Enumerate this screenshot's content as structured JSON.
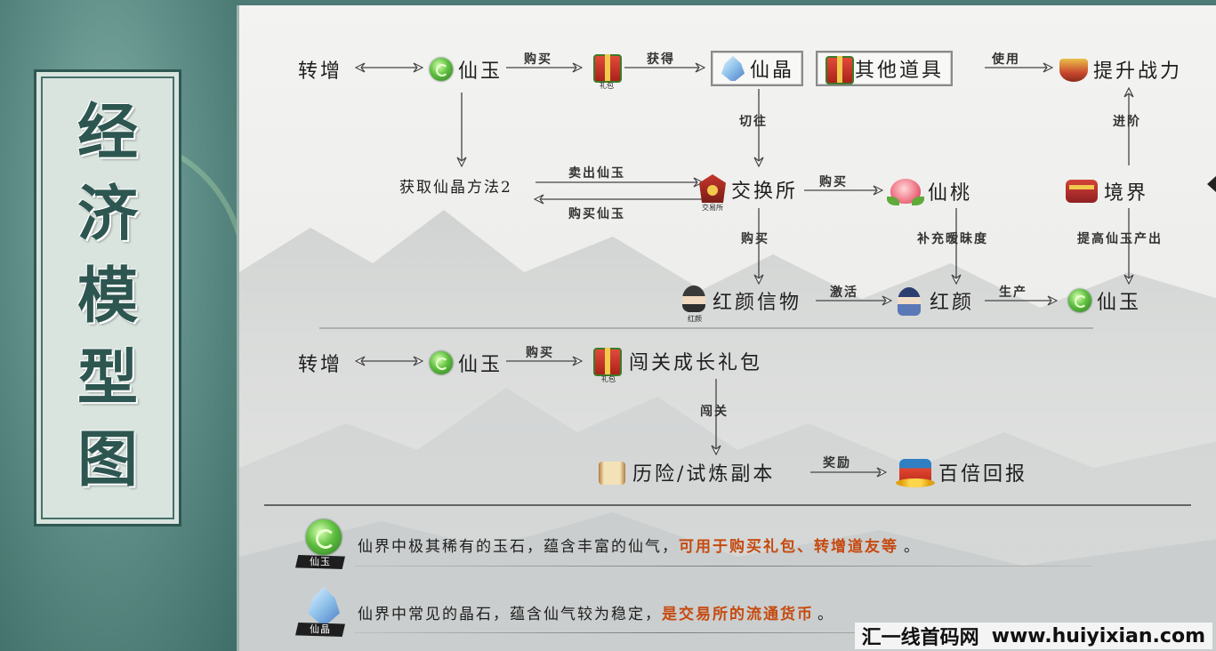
{
  "title": {
    "chars": [
      "经",
      "济",
      "模",
      "型",
      "图"
    ]
  },
  "nodes": {
    "n_zz1": "转增",
    "n_xy1": "仙玉",
    "n_gift1": "",
    "n_xj": "仙晶",
    "n_qtdj": "其他道具",
    "n_tszl": "提升战力",
    "n_hqxj": "获取仙晶方法2",
    "n_jhs": "交换所",
    "n_xt": "仙桃",
    "n_jj": "境界",
    "n_hyxw": "红颜信物",
    "n_hy": "红颜",
    "n_xy2": "仙玉",
    "n_zz2": "转增",
    "n_xy3": "仙玉",
    "n_ggczlb": "闯关成长礼包",
    "n_lxsl": "历险/试炼副本",
    "n_bbhb": "百倍回报"
  },
  "icon_tags": {
    "gift1": "礼包",
    "gift2": "礼包",
    "shop": "交易所",
    "hyxw": "红颜"
  },
  "edges": {
    "e_buy1": "购买",
    "e_get": "获得",
    "e_use": "使用",
    "e_qiewang": "切往",
    "e_jinjie": "进阶",
    "e_sell": "卖出仙玉",
    "e_buyxy": "购买仙玉",
    "e_buy2": "购买",
    "e_buy3": "购买",
    "e_buchong": "补充暧昧度",
    "e_tigao": "提高仙玉产出",
    "e_jihuo": "激活",
    "e_shengchan": "生产",
    "e_buy4": "购买",
    "e_chuangguan": "闯关",
    "e_jiangli": "奖励"
  },
  "legend": [
    {
      "badge": "仙玉",
      "icon": "jade-icon",
      "text": "仙界中极其稀有的玉石，蕴含丰富的仙气，",
      "highlight": "可用于购买礼包、转增道友等",
      "suffix": "。"
    },
    {
      "badge": "仙晶",
      "icon": "crystal-icon",
      "text": "仙界中常见的晶石，蕴含仙气较为稳定，",
      "highlight": "是交易所的流通货币",
      "suffix": "。"
    }
  ],
  "watermark": {
    "cn": "汇一线首码网",
    "url": "www.huiyixian.com"
  },
  "colors": {
    "panel": "#5f8f88",
    "highlight": "#c64a10",
    "ink": "#1e1e1e"
  }
}
